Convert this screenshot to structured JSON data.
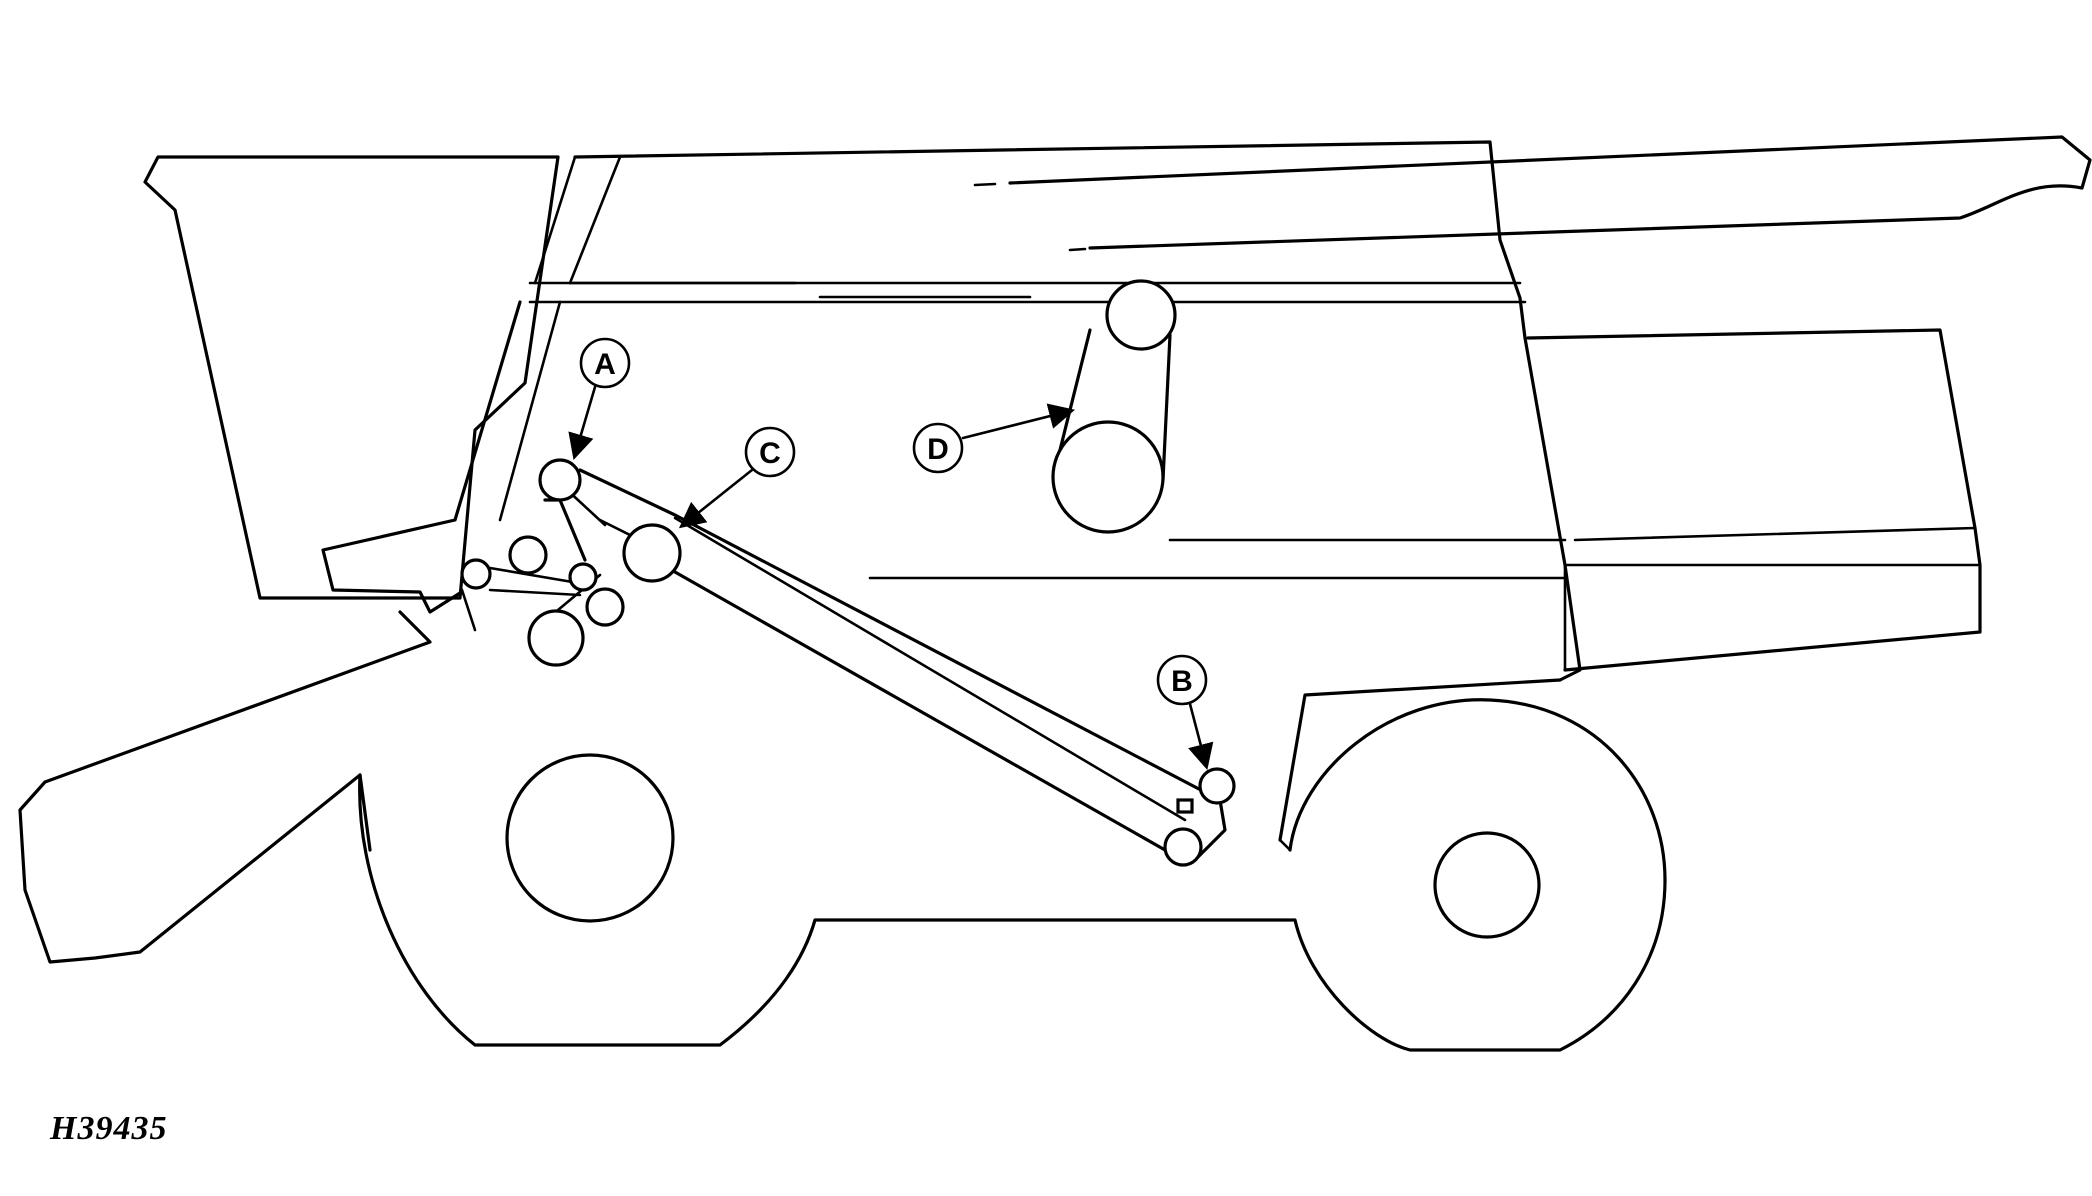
{
  "figure_id": "H39435",
  "callouts": {
    "a": "A",
    "b": "B",
    "c": "C",
    "d": "D"
  }
}
